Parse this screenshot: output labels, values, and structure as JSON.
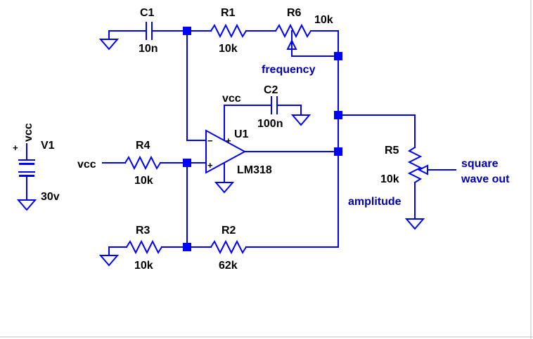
{
  "colors": {
    "wire": "#0000ff",
    "text": "#000000",
    "annotation": "#0000b4",
    "background": "#ffffff"
  },
  "components": {
    "c1": {
      "ref": "C1",
      "value": "10n"
    },
    "r1": {
      "ref": "R1",
      "value": "10k"
    },
    "r6": {
      "ref": "R6",
      "value": "10k"
    },
    "c2": {
      "ref": "C2",
      "value": "100n"
    },
    "u1": {
      "ref": "U1",
      "value": "LM318"
    },
    "r4": {
      "ref": "R4",
      "value": "10k"
    },
    "r3": {
      "ref": "R3",
      "value": "10k"
    },
    "r2": {
      "ref": "R2",
      "value": "62k"
    },
    "r5": {
      "ref": "R5",
      "value": "10k"
    },
    "v1": {
      "ref": "V1",
      "value": "30v"
    }
  },
  "nets": {
    "vcc_supply": "vcc",
    "vcc_opamp": "vcc",
    "vcc_input": "vcc"
  },
  "annotations": {
    "frequency": "frequency",
    "amplitude": "amplitude",
    "output_line1": "square",
    "output_line2": "wave out"
  },
  "opamp_pins": {
    "plus": "+",
    "minus": "−",
    "plus_in": "+"
  }
}
